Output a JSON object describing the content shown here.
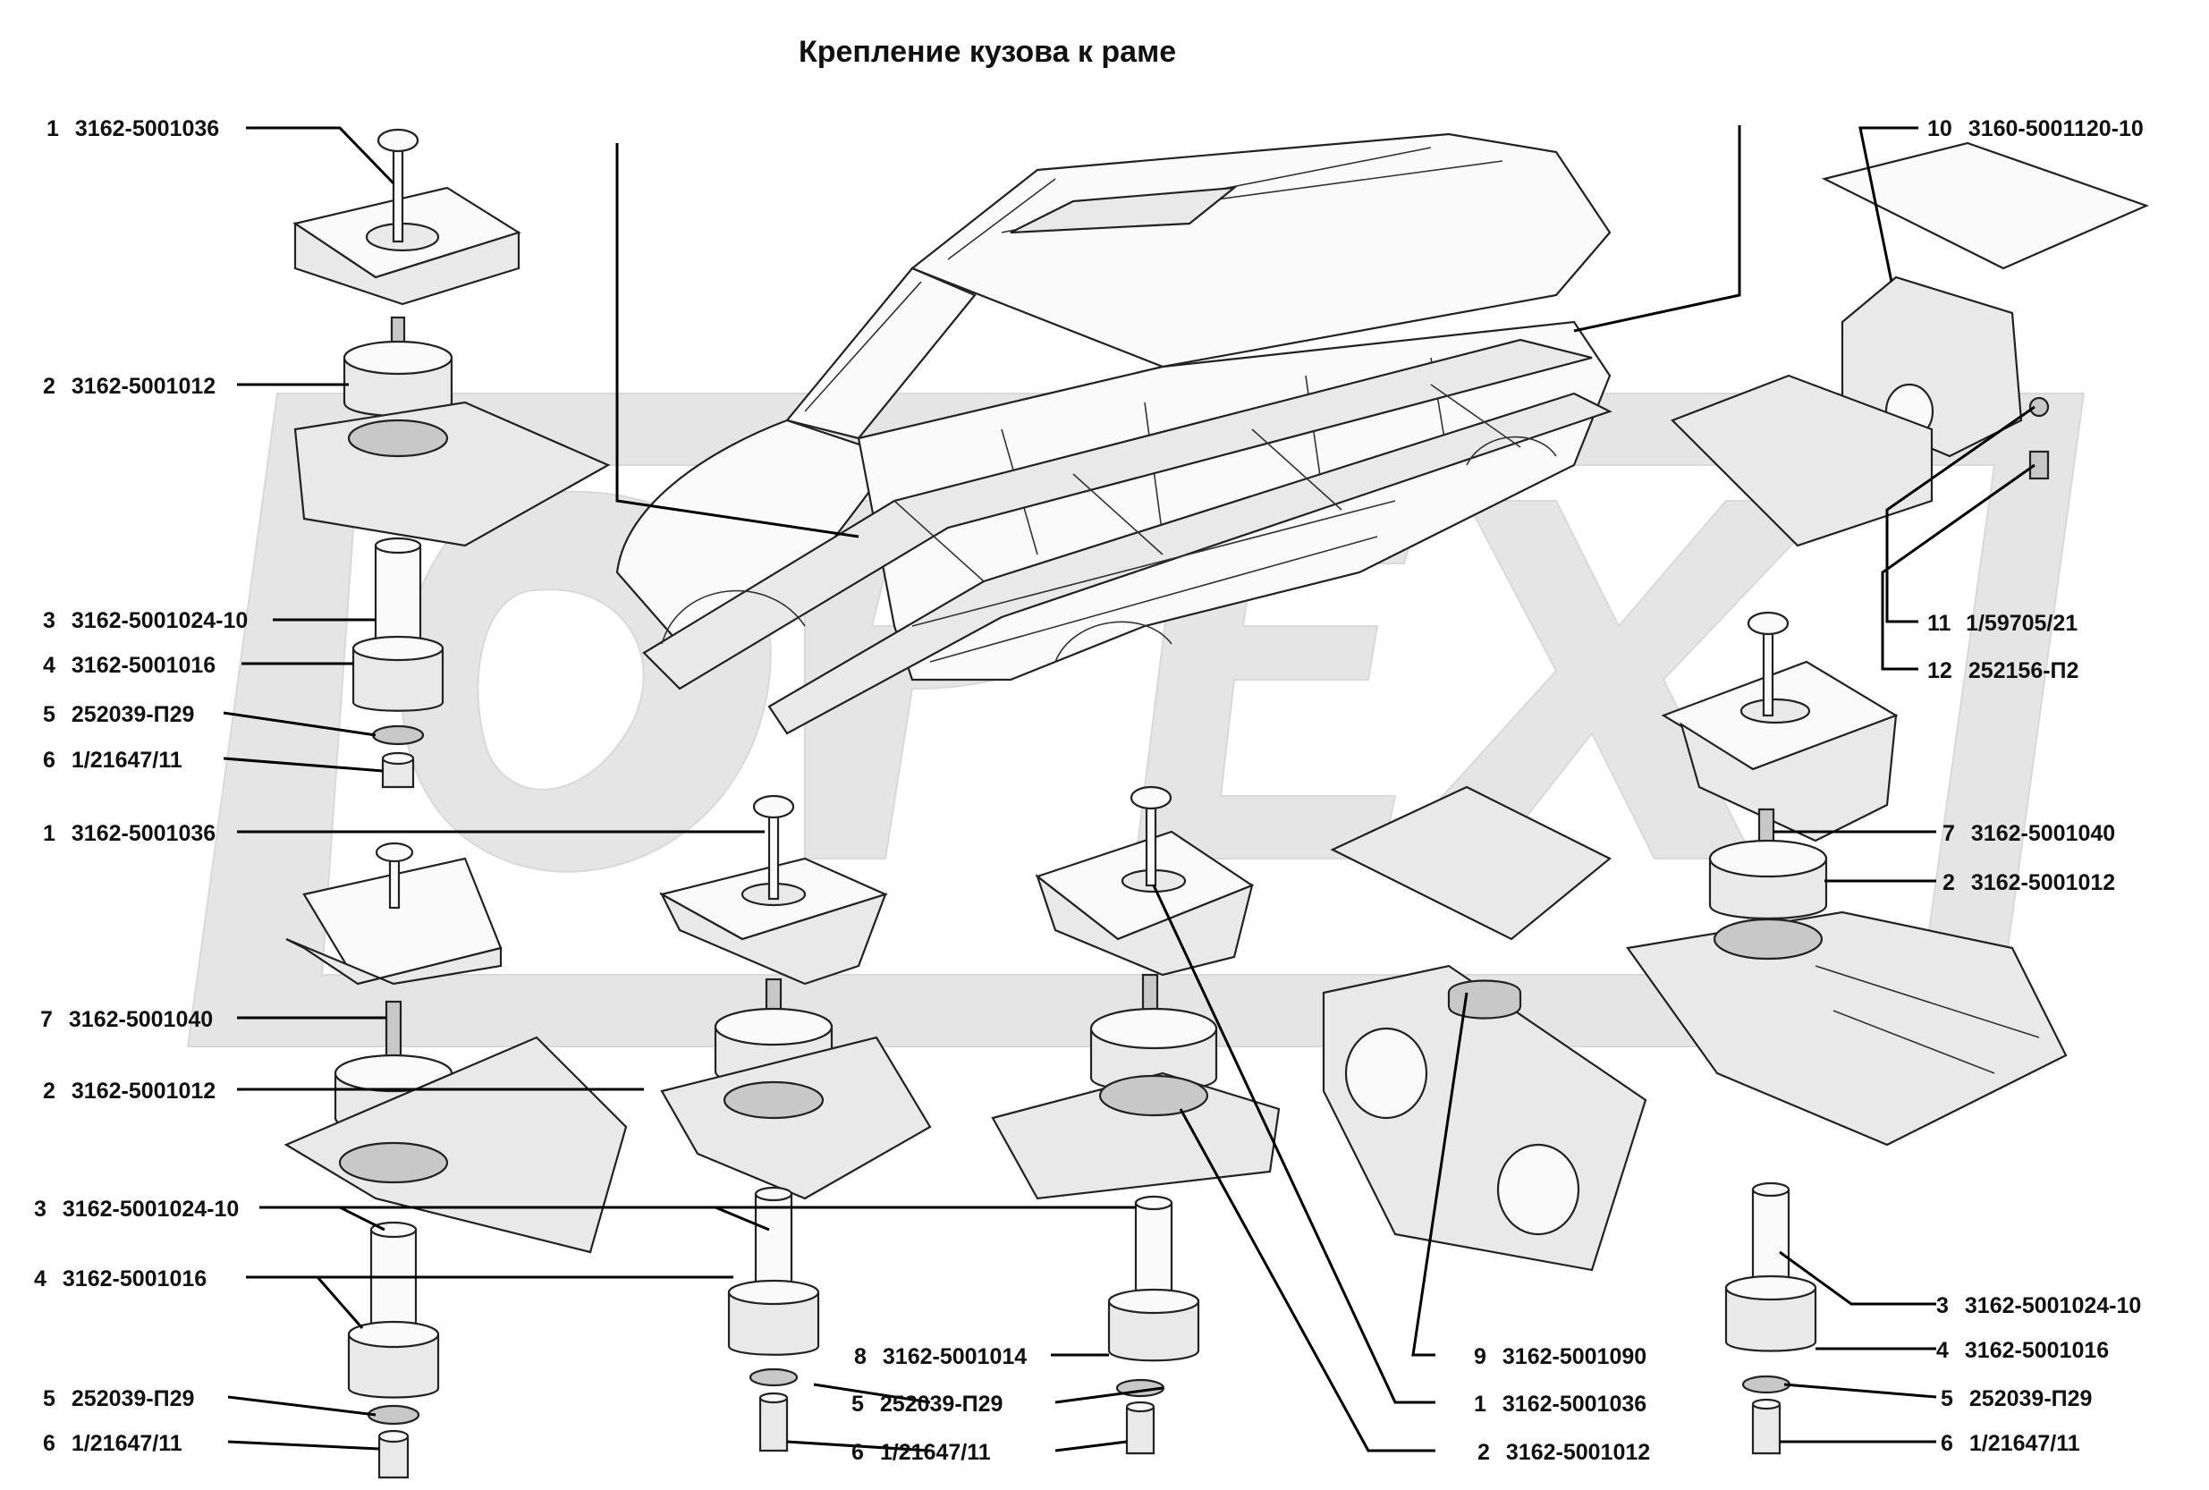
{
  "title": "Крепление кузова к раме",
  "watermark": "ОРЕХ",
  "callouts": [
    {
      "num": "1",
      "code": "3162-5001036"
    },
    {
      "num": "2",
      "code": "3162-5001012"
    },
    {
      "num": "3",
      "code": "3162-5001024-10"
    },
    {
      "num": "4",
      "code": "3162-5001016"
    },
    {
      "num": "5",
      "code": "252039-П29"
    },
    {
      "num": "6",
      "code": "1/21647/11"
    },
    {
      "num": "1",
      "code": "3162-5001036"
    },
    {
      "num": "7",
      "code": "3162-5001040"
    },
    {
      "num": "2",
      "code": "3162-5001012"
    },
    {
      "num": "3",
      "code": "3162-5001024-10"
    },
    {
      "num": "4",
      "code": "3162-5001016"
    },
    {
      "num": "5",
      "code": "252039-П29"
    },
    {
      "num": "6",
      "code": "1/21647/11"
    },
    {
      "num": "10",
      "code": "3160-5001120-10"
    },
    {
      "num": "11",
      "code": "1/59705/21"
    },
    {
      "num": "12",
      "code": "252156-П2"
    },
    {
      "num": "7",
      "code": "3162-5001040"
    },
    {
      "num": "2",
      "code": "3162-5001012"
    },
    {
      "num": "3",
      "code": "3162-5001024-10"
    },
    {
      "num": "4",
      "code": "3162-5001016"
    },
    {
      "num": "5",
      "code": "252039-П29"
    },
    {
      "num": "6",
      "code": "1/21647/11"
    },
    {
      "num": "8",
      "code": "3162-5001014"
    },
    {
      "num": "5",
      "code": "252039-П29"
    },
    {
      "num": "6",
      "code": "1/21647/11"
    },
    {
      "num": "9",
      "code": "3162-5001090"
    },
    {
      "num": "1",
      "code": "3162-5001036"
    },
    {
      "num": "2",
      "code": "3162-5001012"
    }
  ]
}
